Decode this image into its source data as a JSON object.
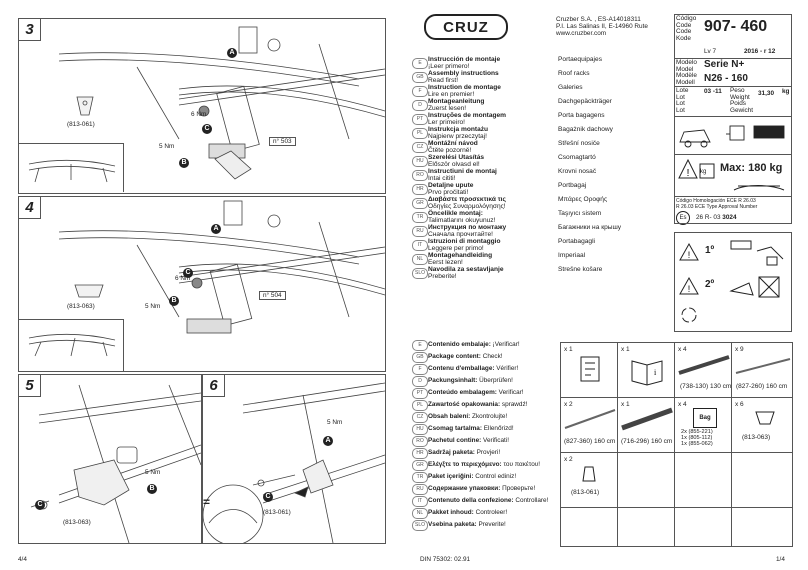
{
  "left": {
    "steps": [
      {
        "num": "3",
        "part": "(813-061)",
        "ref": "n° 503"
      },
      {
        "num": "4",
        "part": "(813-063)",
        "ref": "n° 504"
      },
      {
        "num": "5",
        "part": "(813-063)"
      },
      {
        "num": "6",
        "part": "(813-061)"
      }
    ],
    "torque": "6 Nm",
    "torque2": "5 Nm",
    "letters": [
      "A",
      "B",
      "C"
    ],
    "equal_sign": "=",
    "page_left": "4/4"
  },
  "company": {
    "logo": "CRUZ",
    "line1": "Cruzber S.A. , ES-A14018311",
    "line2": "P.I. Las Salinas II, E-14960 Rute",
    "line3": "www.cruzber.com"
  },
  "code_box": {
    "labels": [
      "Código",
      "Code",
      "Code",
      "Kode"
    ],
    "code": "907- 460",
    "lv": "Lv 7",
    "date": "2016 - r 12",
    "model_labels": [
      "Modelo",
      "Model",
      "Modèle",
      "Modell"
    ],
    "model1": "Serie N+",
    "model2": "N26 - 160",
    "lote_labels": [
      "Lote",
      "Lot",
      "Lot",
      "Lot"
    ],
    "lote_val": "03 -11",
    "peso_labels": [
      "Peso",
      "Weight",
      "Poids",
      "Gewicht"
    ],
    "peso_val": "31,30",
    "peso_unit": "kg",
    "max_label": "Max:",
    "max_val": "180",
    "max_unit": "kg",
    "kg_icon": "kg",
    "homol1": "Código Homologación ECE R 26.03",
    "homol2": "R 26.03 ECE Type Approval Number",
    "es": "Es",
    "homol_code": "26 R- 03",
    "homol_num": "3024",
    "warn1": "1º",
    "warn2": "2º",
    "page_right": "1/4"
  },
  "languages": [
    {
      "code": "E",
      "t1": "Instrucción de montaje",
      "t2": "¡Leer primero!",
      "tr": "Portaequipajes"
    },
    {
      "code": "GB",
      "t1": "Assembly instructions",
      "t2": "Read first!",
      "tr": "Roof racks"
    },
    {
      "code": "F",
      "t1": "Instruction de montage",
      "t2": "Lire en premier!",
      "tr": "Galeries"
    },
    {
      "code": "D",
      "t1": "Montageanleitung",
      "t2": "Zuerst lesen!",
      "tr": "Dachgepäckträger"
    },
    {
      "code": "PT",
      "t1": "Instruções de montagem",
      "t2": "Ler primeiro!",
      "tr": "Porta bagagens"
    },
    {
      "code": "PL",
      "t1": "Instrukcja montażu",
      "t2": "Najpierw przeczytaj!",
      "tr": "Bagażnik dachowy"
    },
    {
      "code": "CZ",
      "t1": "Montážní návod",
      "t2": "Čtěte pozorně!",
      "tr": "Střešní nosiče"
    },
    {
      "code": "HU",
      "t1": "Szerelési Utasítás",
      "t2": "Először olvasd el!",
      "tr": "Csomagtartó"
    },
    {
      "code": "RO",
      "t1": "Instructiuni de montaj",
      "t2": "Intai cititi!",
      "tr": "Krovni nosač"
    },
    {
      "code": "HR",
      "t1": "Detaljne upute",
      "t2": "Prvo pročitati!",
      "tr": "Portbagaj"
    },
    {
      "code": "GR",
      "t1": "Διαβάστε προσεκτικά τις",
      "t2": "Οδηγίες Συναρμολόγησης!",
      "tr": "Μπάρες Οροφής"
    },
    {
      "code": "TR",
      "t1": "Öncelikle montaj:",
      "t2": "Talimatlarını okuyunuz!",
      "tr": "Taşıyıcı sistem"
    },
    {
      "code": "RU",
      "t1": "Инструкция по монтажу",
      "t2": "Сначала прочитайте!",
      "tr": "Багажники на крышу"
    },
    {
      "code": "IT",
      "t1": "Istruzioni di montaggio",
      "t2": "Leggere per primo!",
      "tr": "Portabagagli"
    },
    {
      "code": "NL",
      "t1": "Montagehandleiding",
      "t2": "Eerst lezen!",
      "tr": "Imperiaal"
    },
    {
      "code": "SLO",
      "t1": "Navodila za sestavljanje",
      "t2": "Preberite!",
      "tr": "Strešne košare"
    }
  ],
  "contents": [
    {
      "code": "E",
      "b": "Contenido embalaje:",
      "r": " ¡Verificar!"
    },
    {
      "code": "GB",
      "b": "Package content:",
      "r": " Check!"
    },
    {
      "code": "F",
      "b": "Contenu d'emballage:",
      "r": " Vérifier!"
    },
    {
      "code": "D",
      "b": "Packungsinhalt:",
      "r": " Überprüfen!"
    },
    {
      "code": "PT",
      "b": "Conteúdo embalagem:",
      "r": " Verificar!"
    },
    {
      "code": "PL",
      "b": "Zawartość opakowania:",
      "r": " sprawdź!"
    },
    {
      "code": "CZ",
      "b": "Obsah balení:",
      "r": " Zkontrolujte!"
    },
    {
      "code": "HU",
      "b": "Csomag tartalma:",
      "r": " Ellenőrizd!"
    },
    {
      "code": "RO",
      "b": "Pachetul contine:",
      "r": " Verificati!"
    },
    {
      "code": "HR",
      "b": "Sadržaj paketa:",
      "r": " Provjeri!"
    },
    {
      "code": "GR",
      "b": "Ελέγξτε το περιεχόμενο:",
      "r": " του πακέτου!"
    },
    {
      "code": "TR",
      "b": "Paket içeriğini:",
      "r": " Control ediniz!"
    },
    {
      "code": "RU",
      "b": "Содержание упаковки:",
      "r": " Проверьте!"
    },
    {
      "code": "IT",
      "b": "Contenuto della confezione:",
      "r": " Controllare!"
    },
    {
      "code": "NL",
      "b": "Pakket inhoud:",
      "r": " Controleer!"
    },
    {
      "code": "SLO",
      "b": "Vsebina paketa:",
      "r": " Preverite!"
    }
  ],
  "grid": {
    "qty": [
      "x 1",
      "x 1",
      "x 4",
      "x 9",
      "x 2",
      "x 1",
      "x 4",
      "x 6",
      "x 2"
    ],
    "c3": "(738-130) 130 cm",
    "c4": "(827-260) 160 cm",
    "c5": "(827-360) 160 cm",
    "c6": "(716-296) 160 cm",
    "bag": "Bag",
    "bag1": "2x (855-221)",
    "bag2": "1x (805-112)",
    "bag3": "1x (855-062)",
    "c8": "(813-063)",
    "c9": "(813-061)"
  },
  "footer": {
    "din": "DIN 75302: 02.91"
  }
}
